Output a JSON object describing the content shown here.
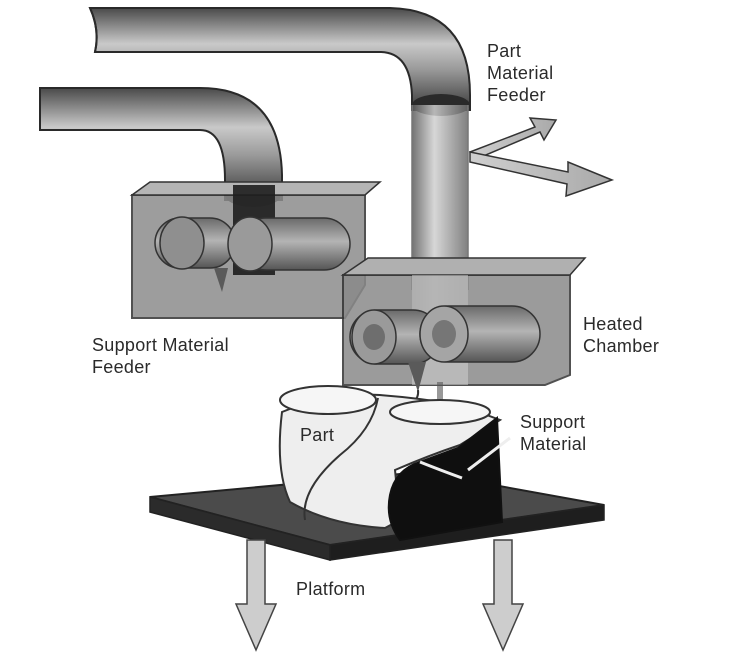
{
  "labels": {
    "part_material_feeder": [
      "Part",
      "Material",
      "Feeder"
    ],
    "support_material_feeder": [
      "Support Material",
      "Feeder"
    ],
    "heated_chamber": [
      "Heated",
      "Chamber"
    ],
    "part": "Part",
    "support_material": [
      "Support",
      "Material"
    ],
    "platform": "Platform"
  }
}
